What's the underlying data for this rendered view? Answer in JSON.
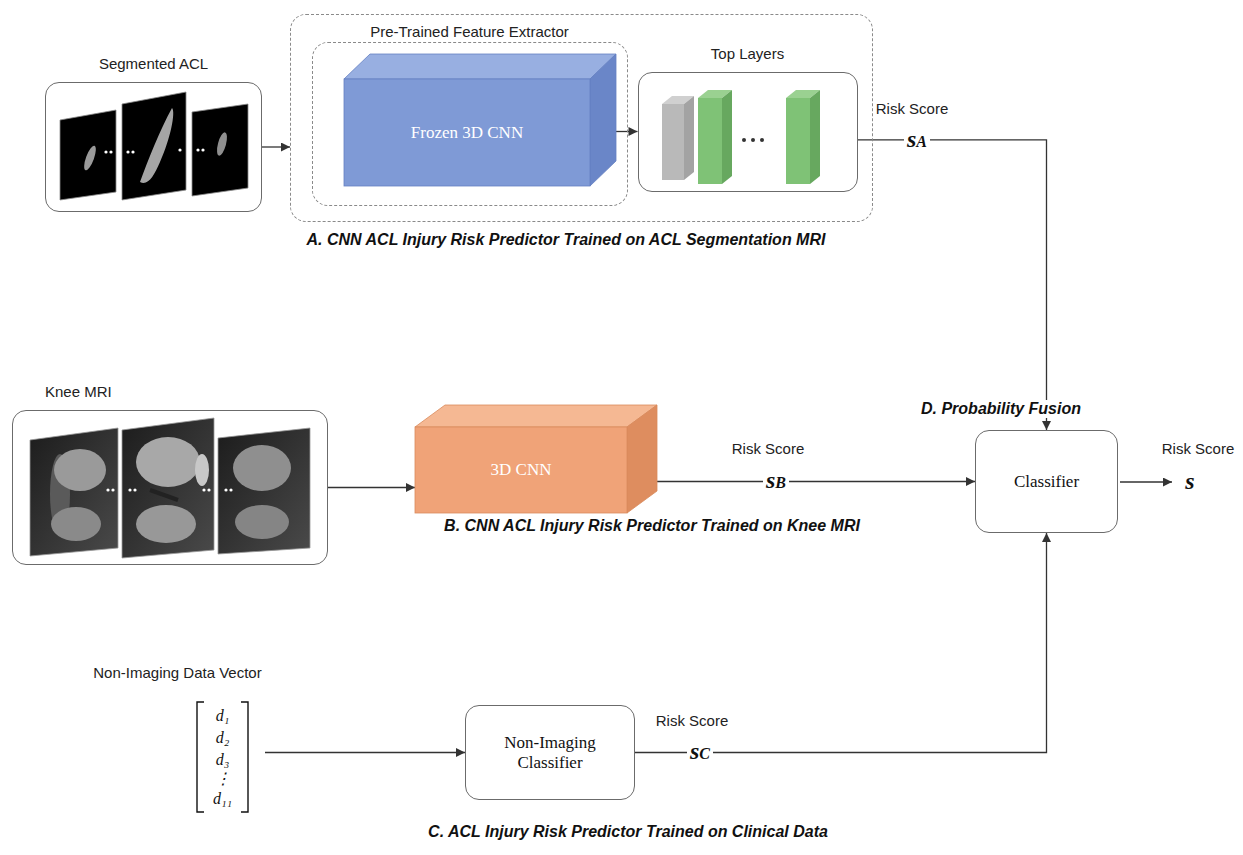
{
  "diagram": {
    "nodes": [
      {
        "text": [
          "Segmented ACL"
        ]
      },
      {
        "text": [
          "A. CNN ACL Injury Risk Predictor Trained on ACL Segmentation MRI"
        ]
      },
      {
        "text": [
          "Pre-Trained Feature Extractor"
        ],
        "in": 1
      },
      {
        "text": [
          "Frozen 3D CNN"
        ],
        "in": 2
      },
      {
        "text": [
          "Top Layers"
        ],
        "in": 1
      },
      {
        "text": [
          "Knee MRI"
        ]
      },
      {
        "text": [
          "3D CNN"
        ]
      },
      {
        "text": [
          "Non-Imaging Data Vector",
          "d₁",
          "d₂",
          "d₃",
          "⋮",
          "d₁₁"
        ]
      },
      {
        "text": [
          "Non-Imaging Classifier"
        ]
      },
      {
        "text": [
          "D. Probability Fusion",
          "Classifier"
        ]
      }
    ],
    "edges": [
      {
        "from": 0,
        "to": 1,
        "arrow": "to"
      },
      {
        "from": 3,
        "to": 4,
        "arrow": "to"
      },
      {
        "from": 4,
        "to": 9,
        "arrow": "to"
      },
      {
        "from": 5,
        "to": 6,
        "arrow": "to"
      },
      {
        "from": 6,
        "to": 9,
        "arrow": "to"
      },
      {
        "from": 7,
        "to": 8,
        "arrow": "to"
      },
      {
        "from": 8,
        "to": 9,
        "arrow": "to"
      }
    ],
    "labels": [
      "Risk Score",
      "sA",
      "Risk Score",
      "sB",
      "B. CNN ACL Injury Risk Predictor Trained on Knee MRI",
      "Risk Score",
      "s",
      "Risk Score",
      "sC",
      "C. ACL Injury Risk Predictor Trained on Clinical Data"
    ]
  }
}
